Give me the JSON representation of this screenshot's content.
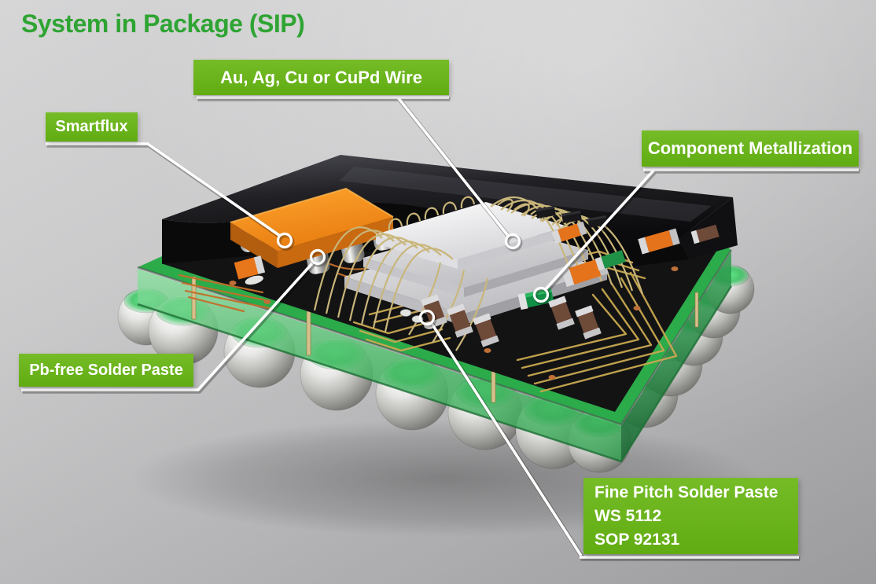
{
  "title": "System in Package (SIP)",
  "labels": {
    "wire": "Au, Ag, Cu or CuPd Wire",
    "smartflux": "Smartflux",
    "component_metallization": "Component Metallization",
    "pb_free_solder_paste": "Pb-free Solder Paste",
    "fine_pitch": {
      "lines": [
        "Fine Pitch Solder Paste",
        "WS 5112",
        "SOP 92131"
      ]
    }
  },
  "colors": {
    "title_green": "#2fa433",
    "label_green": "#69b41c",
    "label_text": "#ffffff",
    "background_gray_top": "#d6d6d7",
    "background_gray_bottom": "#9b9b9d",
    "pcb_green": "#2bab4a",
    "molding_black": "#0b0b0d",
    "component_orange": "#ef8418",
    "die_silver": "#e9e9eb",
    "bond_wire_gold": "#c9b67a",
    "solder_ball_silver": "#d9d9d7",
    "leader_line_white": "#ffffff"
  }
}
